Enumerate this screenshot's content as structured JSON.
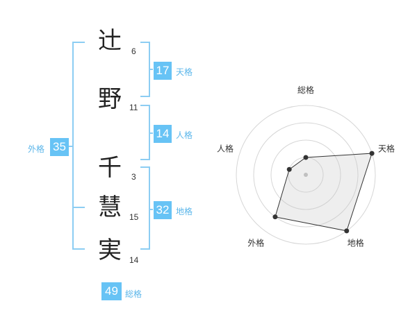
{
  "name_characters": [
    {
      "char": "辻",
      "strokes": "6"
    },
    {
      "char": "野",
      "strokes": "11"
    },
    {
      "char": "千",
      "strokes": "3"
    },
    {
      "char": "慧",
      "strokes": "15"
    },
    {
      "char": "実",
      "strokes": "14"
    }
  ],
  "fortune": {
    "tenkaku": {
      "value": "17",
      "label": "天格"
    },
    "jinkaku": {
      "value": "14",
      "label": "人格"
    },
    "chikaku": {
      "value": "32",
      "label": "地格"
    },
    "gaikaku": {
      "value": "35",
      "label": "外格"
    },
    "soukaku": {
      "value": "49",
      "label": "総格"
    }
  },
  "colors": {
    "accent": "#67c3f5",
    "bracket": "#8ccdf3"
  },
  "chart_data": {
    "type": "radar",
    "axes": [
      "総格",
      "天格",
      "地格",
      "外格",
      "人格"
    ],
    "rings": 4,
    "levels": [
      1,
      4,
      4,
      3,
      1
    ],
    "max": 4
  }
}
